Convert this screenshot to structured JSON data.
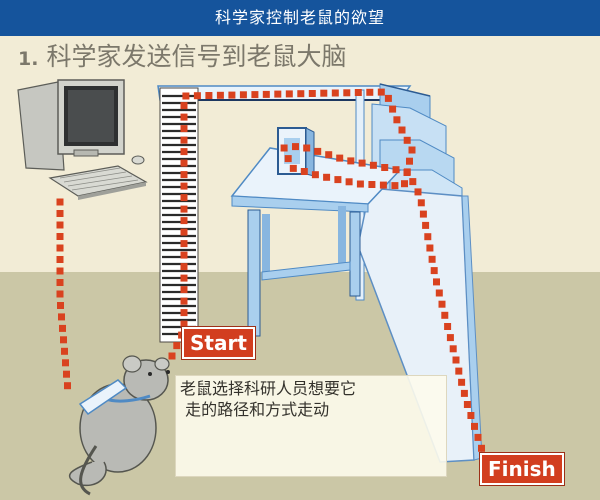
{
  "header": {
    "title": "科学家控制老鼠的欲望"
  },
  "step": {
    "number": "1.",
    "title": "科学家发送信号到老鼠大脑"
  },
  "caption": {
    "line1": "老鼠选择科研人员想要它",
    "line2": " 走的路径和方式走动"
  },
  "labels": {
    "start": "Start",
    "finish": "Finish"
  },
  "icons": [
    "computer-icon",
    "rat-icon",
    "maze-table-icon",
    "staircase-icon",
    "ladder-icon",
    "ramp-icon"
  ],
  "colors": {
    "title_bar": "#15549c",
    "path_dots": "#d9421f",
    "badge": "#d23e1f",
    "structure": "#a9cfee",
    "structure_dark": "#4f8ac4",
    "floor": "#cbc7a6",
    "wall": "#f2ecd6"
  }
}
